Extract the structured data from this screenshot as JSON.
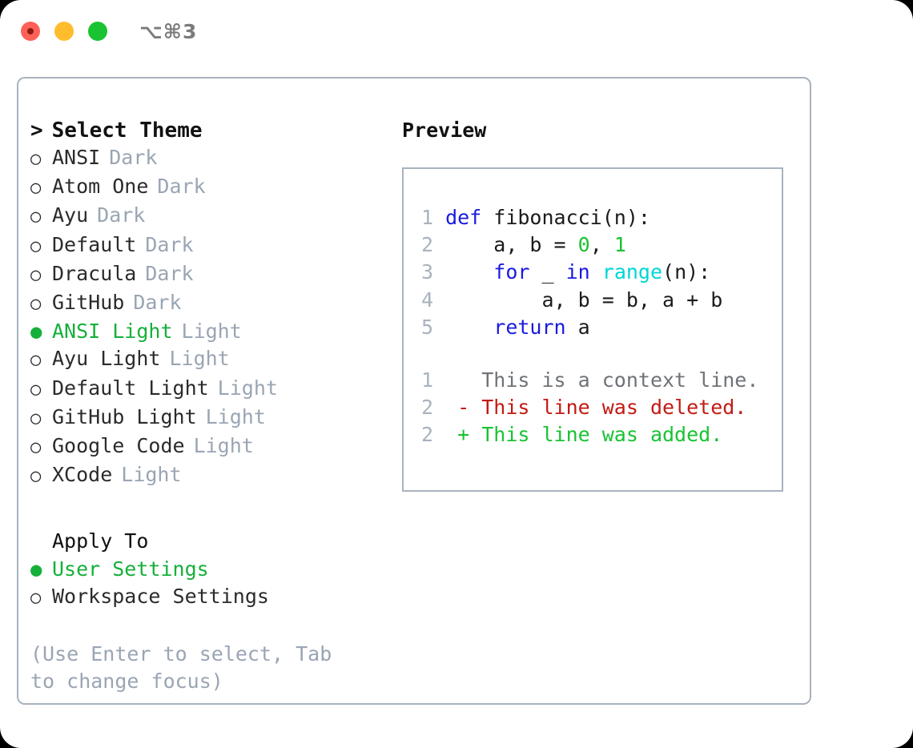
{
  "window": {
    "shortcut": "⌥⌘3",
    "traffic_lights": [
      {
        "name": "close",
        "color": "#ff6159"
      },
      {
        "name": "minimize",
        "color": "#ffbd2e"
      },
      {
        "name": "maximize",
        "color": "#19c332"
      }
    ]
  },
  "colors": {
    "accent_green": "#19c332",
    "selected_green": "#15b03a",
    "muted": "#9aa5b4",
    "border": "#a9b3be",
    "keyword_blue": "#1a1ae0",
    "function_cyan": "#00d5d5",
    "number_green": "#19c332",
    "diff_delete": "#c21a12",
    "diff_add": "#19c332",
    "diff_context": "#6f7378",
    "text": "#2b2b2b"
  },
  "theme_picker": {
    "caret": ">",
    "title": "Select Theme",
    "marker_selected": "●",
    "marker_unselected": "○",
    "items": [
      {
        "name": "ANSI",
        "badge": "Dark",
        "selected": false
      },
      {
        "name": "Atom One",
        "badge": "Dark",
        "selected": false
      },
      {
        "name": "Ayu",
        "badge": "Dark",
        "selected": false
      },
      {
        "name": "Default",
        "badge": "Dark",
        "selected": false
      },
      {
        "name": "Dracula",
        "badge": "Dark",
        "selected": false
      },
      {
        "name": "GitHub",
        "badge": "Dark",
        "selected": false
      },
      {
        "name": "ANSI Light",
        "badge": "Light",
        "selected": true
      },
      {
        "name": "Ayu Light",
        "badge": "Light",
        "selected": false
      },
      {
        "name": "Default Light",
        "badge": "Light",
        "selected": false
      },
      {
        "name": "GitHub Light",
        "badge": "Light",
        "selected": false
      },
      {
        "name": "Google Code",
        "badge": "Light",
        "selected": false
      },
      {
        "name": "XCode",
        "badge": "Light",
        "selected": false
      }
    ]
  },
  "apply_to": {
    "title": "Apply To",
    "options": [
      {
        "label": "User Settings",
        "selected": true
      },
      {
        "label": "Workspace Settings",
        "selected": false
      }
    ]
  },
  "hint": "(Use Enter to select, Tab to change focus)",
  "preview": {
    "title": "Preview",
    "code_lines": [
      {
        "num": "1",
        "tokens": [
          {
            "t": "def",
            "c": "kw"
          },
          {
            "t": " fibonacci(n):",
            "c": "pl"
          }
        ]
      },
      {
        "num": "2",
        "tokens": [
          {
            "t": "    a, b = ",
            "c": "pl"
          },
          {
            "t": "0",
            "c": "num"
          },
          {
            "t": ", ",
            "c": "pl"
          },
          {
            "t": "1",
            "c": "num"
          }
        ]
      },
      {
        "num": "3",
        "tokens": [
          {
            "t": "    ",
            "c": "pl"
          },
          {
            "t": "for",
            "c": "kw"
          },
          {
            "t": " _ ",
            "c": "pl"
          },
          {
            "t": "in",
            "c": "kw"
          },
          {
            "t": " ",
            "c": "pl"
          },
          {
            "t": "range",
            "c": "fn"
          },
          {
            "t": "(n):",
            "c": "pl"
          }
        ]
      },
      {
        "num": "4",
        "tokens": [
          {
            "t": "        a, b = b, a + b",
            "c": "pl"
          }
        ]
      },
      {
        "num": "5",
        "tokens": [
          {
            "t": "    ",
            "c": "pl"
          },
          {
            "t": "return",
            "c": "kw"
          },
          {
            "t": " a",
            "c": "pl"
          }
        ]
      }
    ],
    "diff_lines": [
      {
        "num": "1",
        "sign": " ",
        "text": " This is a context line.",
        "kind": "ctx"
      },
      {
        "num": "2",
        "sign": "-",
        "text": " This line was deleted.",
        "kind": "del"
      },
      {
        "num": "2",
        "sign": "+",
        "text": " This line was added.",
        "kind": "add"
      }
    ]
  }
}
